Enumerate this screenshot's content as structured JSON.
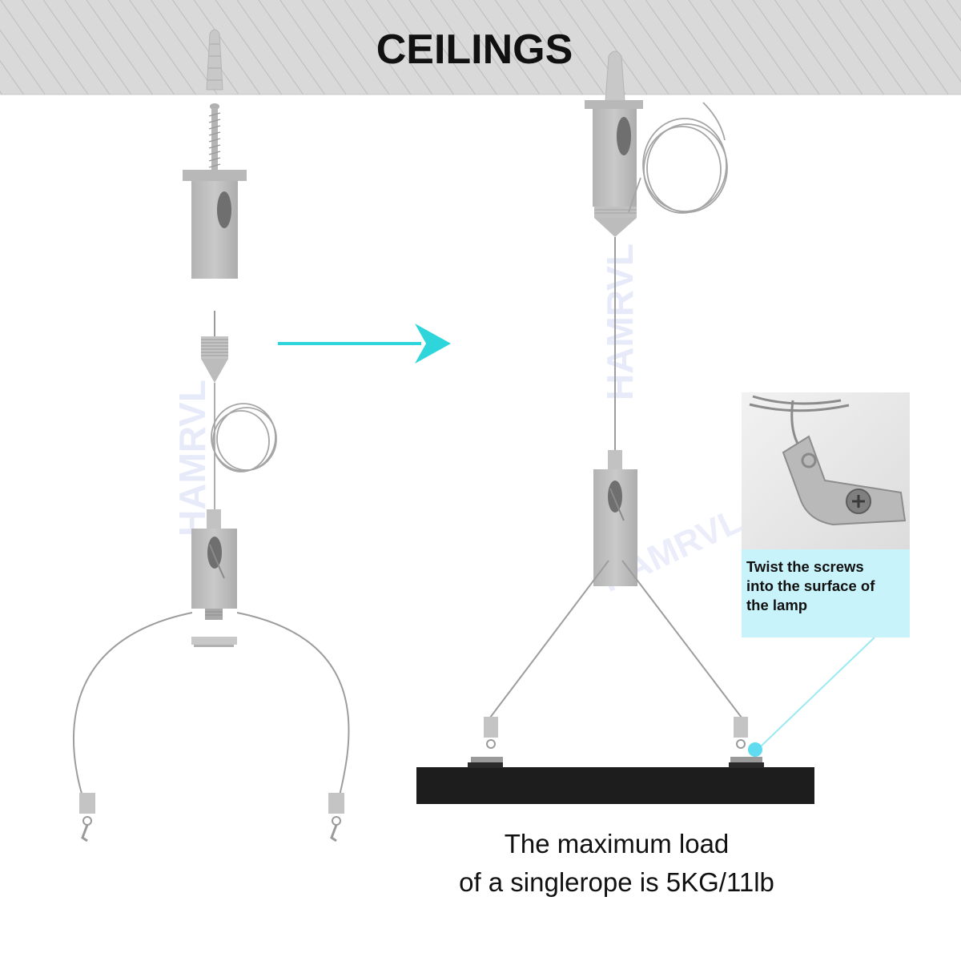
{
  "header": {
    "title": "CEILINGS"
  },
  "watermark": {
    "text": "HAMRVL"
  },
  "callout": {
    "lines": [
      "Twist the screws",
      "into the surface of",
      "the lamp"
    ]
  },
  "load_note": {
    "line1": "The maximum load",
    "line2": "of a singlerope is 5KG/11lb"
  },
  "colors": {
    "ceiling": "#d9d9d9",
    "hatch": "#bcbcbc",
    "metal": "#bdbdbd",
    "wire": "#9a9a9a",
    "arrow": "#2ed6dc",
    "lamp": "#1d1d1d",
    "callout_bg": "#c9f3fb"
  }
}
